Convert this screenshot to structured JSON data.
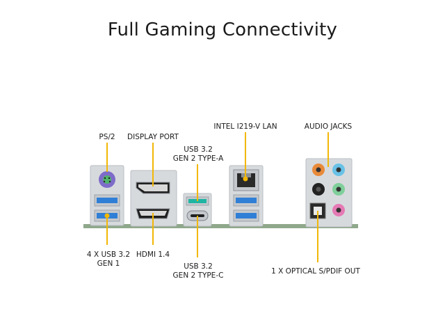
{
  "title": "Full Gaming Connectivity",
  "labels": {
    "ps2": "PS/2",
    "display_port": "DISPLAY PORT",
    "usb32_gen2_a_line1": "USB 3.2",
    "usb32_gen2_a_line2": "GEN 2 TYPE-A",
    "lan": "INTEL I219-V LAN",
    "audio": "AUDIO JACKS",
    "usb32_gen1_line1": "4 X USB 3.2",
    "usb32_gen1_line2": "GEN 1",
    "hdmi": "HDMI 1.4",
    "usb32_gen2_c_line1": "USB 3.2",
    "usb32_gen2_c_line2": "GEN 2 TYPE-C",
    "optical": "1 X OPTICAL S/PDIF OUT"
  },
  "colors": {
    "leader_line": "#f2b705",
    "usb3_blue": "#2f7fd6",
    "usb_gen2_teal": "#1fb5a3",
    "board_green": "#7f9a7a",
    "port_metal": "#c9ccd1",
    "ps2_purple": "#7e6cc9",
    "ps2_green": "#4fb36b",
    "jack_orange": "#e88a3a",
    "jack_blue": "#69c1e6",
    "jack_black": "#222222",
    "jack_green": "#7fcf9a",
    "jack_pink": "#e57ab5"
  }
}
